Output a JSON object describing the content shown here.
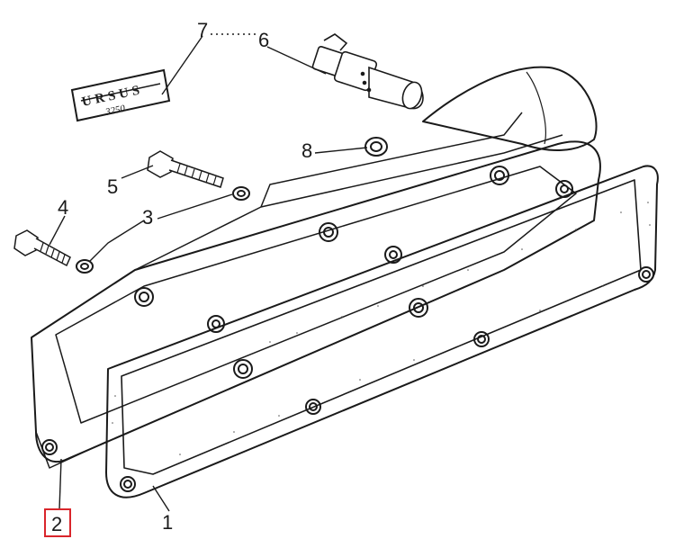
{
  "diagram": {
    "parts": [
      {
        "number": "1",
        "name": "gasket"
      },
      {
        "number": "2",
        "name": "manifold",
        "highlighted": true
      },
      {
        "number": "3",
        "name": "washer"
      },
      {
        "number": "4",
        "name": "bolt"
      },
      {
        "number": "5",
        "name": "bolt"
      },
      {
        "number": "6",
        "name": "temperature-sensor"
      },
      {
        "number": "7",
        "name": "badge"
      },
      {
        "number": "8",
        "name": "sealing-ring"
      }
    ],
    "badge": {
      "brand": "URSUS",
      "model": "3250"
    },
    "highlight_color": "#d9252b",
    "line_color": "#1a1a1a"
  }
}
